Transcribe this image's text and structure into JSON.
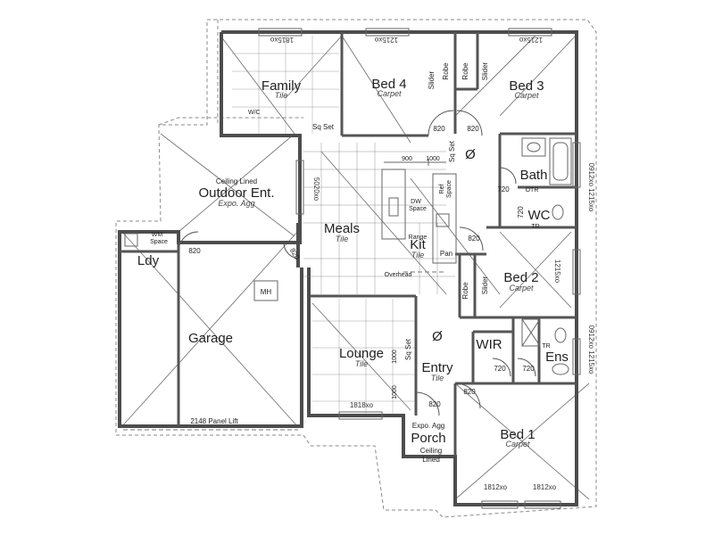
{
  "rooms": {
    "family": {
      "name": "Family",
      "finish": "Tile",
      "wc_label": "W/C",
      "window": "1815xo"
    },
    "bed4": {
      "name": "Bed 4",
      "finish": "Carpet",
      "window": "1215xo",
      "slider": "Slider",
      "robe": "Robe"
    },
    "bed3": {
      "name": "Bed 3",
      "finish": "Carpet",
      "window": "1215xo",
      "robe": "Robe",
      "slider": "Slider"
    },
    "outdoor": {
      "line1": "Ceiling Lined",
      "name": "Outdoor Ent.",
      "finish": "Expo. Agg"
    },
    "meals": {
      "name": "Meals",
      "finish": "Tile",
      "window": "5020xo"
    },
    "kit": {
      "name": "Kit",
      "finish": "Tile",
      "range": "Range",
      "overhead": "Overhead",
      "dw": "DW",
      "space": "Space",
      "ref": "Ref",
      "pan": "Pan",
      "dim1": "900",
      "dim2": "1000"
    },
    "bath": {
      "name": "Bath",
      "otr": "OTR",
      "door": "720"
    },
    "wc": {
      "name": "WC",
      "tr": "TR"
    },
    "ldy": {
      "name": "Ldy",
      "wm": "WM",
      "space": "Space",
      "door": "820"
    },
    "garage": {
      "name": "Garage",
      "mh": "MH",
      "door_label": "2148 Panel Lift"
    },
    "bed2": {
      "name": "Bed 2",
      "finish": "Carpet",
      "robe": "Robe",
      "slider": "Slider",
      "window": "1215xo",
      "door": "820"
    },
    "lounge": {
      "name": "Lounge",
      "finish": "Tile",
      "window": "1818xo",
      "sq_set": "Sq Set",
      "dim_a": "1000",
      "dim_b": "1000"
    },
    "entry": {
      "name": "Entry",
      "finish": "Tile",
      "door": "820"
    },
    "wir": {
      "name": "WIR",
      "door": "720"
    },
    "ens": {
      "name": "Ens",
      "door": "720",
      "tr": "TR"
    },
    "porch": {
      "line1": "Expo. Agg",
      "name": "Porch",
      "line2": "Ceiling",
      "line3": "Lined"
    },
    "bed1": {
      "name": "Bed 1",
      "finish": "Carpet",
      "window_a": "1812xo",
      "window_b": "1812xo",
      "door": "820"
    }
  },
  "hall": {
    "sq_set": "Sq Set",
    "door_a": "820",
    "door_b": "820",
    "dia_a": "Ø",
    "dia_b": "Ø",
    "garage_door": "820"
  },
  "side_windows": {
    "a": "0912xo 1215xo",
    "b": "0912xo 1215xo"
  }
}
